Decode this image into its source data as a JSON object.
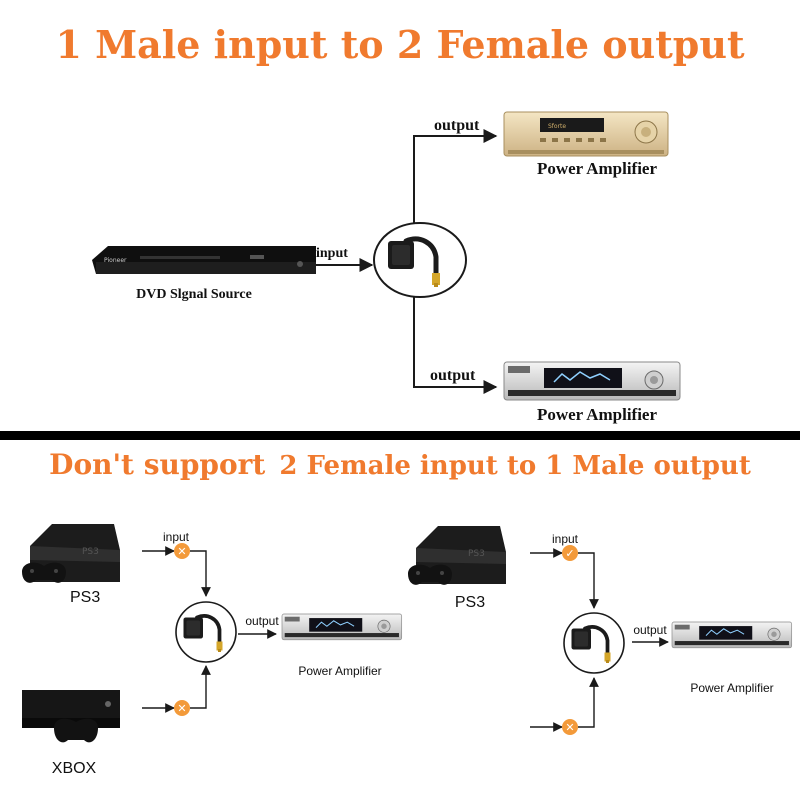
{
  "top": {
    "title": "1 Male input to 2 Female output",
    "source_label": "DVD Slgnal Source",
    "input_label": "input",
    "output_label_1": "output",
    "output_label_2": "output",
    "amp_label_1": "Power Amplifier",
    "amp_label_2": "Power Amplifier"
  },
  "bottom": {
    "title_prefix": "Don't support",
    "title_rest": "2 Female input to 1 Male output",
    "left": {
      "ps3_label": "PS3",
      "xbox_label": "XBOX",
      "input_label": "input",
      "output_label": "output",
      "amp_label": "Power  Amplifier",
      "mark_top": "✕",
      "mark_bottom": "✕"
    },
    "right": {
      "ps3_label": "PS3",
      "input_label": "input",
      "output_label": "output",
      "amp_label": "Power  Amplifier",
      "mark_top": "✓",
      "mark_bottom": "✕"
    }
  },
  "colors": {
    "accent": "#f07a2e",
    "divider": "#000000",
    "amp_gold": "#e8d3a6",
    "amp_silver": "#d9d9d9",
    "device_black": "#111111"
  },
  "icons": [
    "dvd-player-icon",
    "amplifier-icon",
    "splitter-adapter-icon",
    "ps3-console-icon",
    "gamepad-icon",
    "xbox-console-icon",
    "x-mark-icon",
    "check-mark-icon"
  ]
}
